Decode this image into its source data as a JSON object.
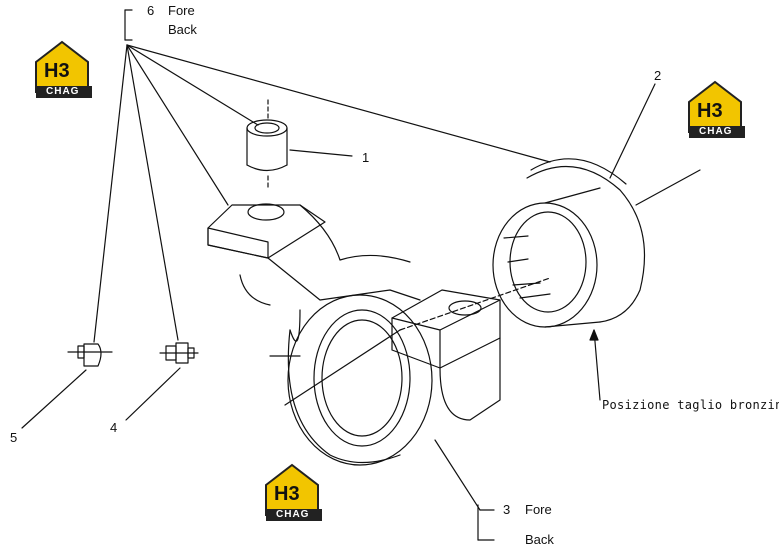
{
  "callouts": {
    "c1": "1",
    "c2": "2",
    "c3": "3",
    "c4": "4",
    "c5": "5",
    "c6": "6"
  },
  "options": {
    "fore": "Fore",
    "back": "Back"
  },
  "note": "Posizione taglio bronzina",
  "logo": {
    "mark": "H3",
    "brand": "CHAG"
  },
  "colors": {
    "line": "#111111",
    "logo_yellow": "#f2c500",
    "logo_dark": "#222222",
    "background": "#ffffff"
  }
}
